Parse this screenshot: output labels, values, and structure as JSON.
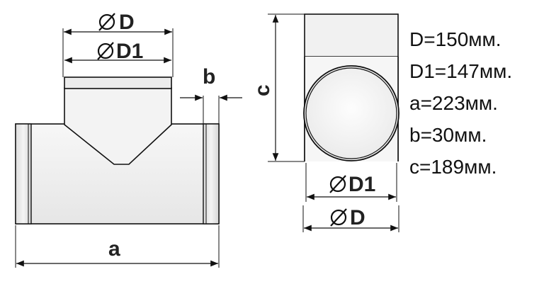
{
  "labels": {
    "dia_d": "D",
    "dia_d1": "D1",
    "dim_a": "a",
    "dim_b": "b",
    "dim_c": "c"
  },
  "specs": [
    "D=150мм.",
    "D1=147мм.",
    "a=223мм.",
    "b=30мм.",
    "c=189мм."
  ]
}
